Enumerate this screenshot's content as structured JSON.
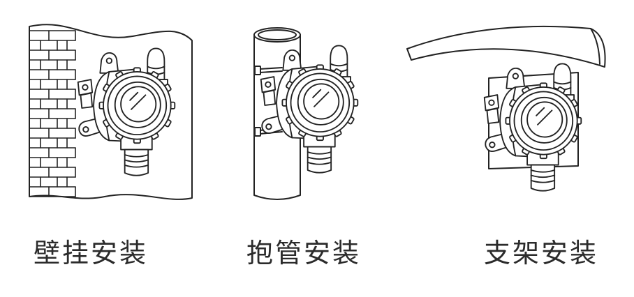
{
  "page": {
    "background": "#ffffff",
    "line_color": "#222222",
    "text_color": "#2b2b2b"
  },
  "methods": [
    {
      "label": "壁挂安装",
      "icon": "wall-mount-illustration"
    },
    {
      "label": "抱管安装",
      "icon": "pipe-mount-illustration"
    },
    {
      "label": "支架安装",
      "icon": "bracket-mount-illustration"
    }
  ]
}
